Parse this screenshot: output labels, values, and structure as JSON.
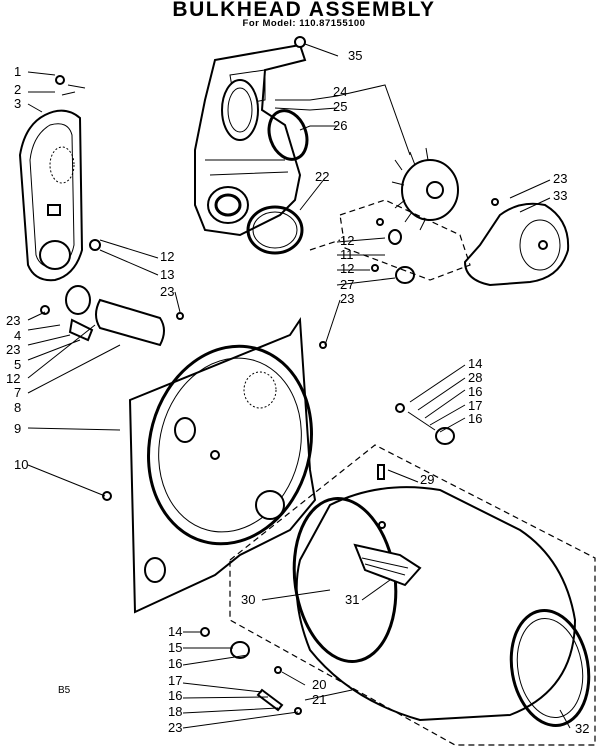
{
  "header": {
    "title": "BULKHEAD ASSEMBLY",
    "subtitle": "For Model: 110.87155100"
  },
  "footer": {
    "code": "B5"
  },
  "callouts": [
    "1",
    "2",
    "3",
    "4",
    "5",
    "7",
    "8",
    "9",
    "10",
    "11",
    "12",
    "13",
    "14",
    "15",
    "16",
    "17",
    "18",
    "20",
    "21",
    "22",
    "23",
    "24",
    "25",
    "26",
    "27",
    "28",
    "29",
    "30",
    "31",
    "32",
    "33",
    "35"
  ]
}
